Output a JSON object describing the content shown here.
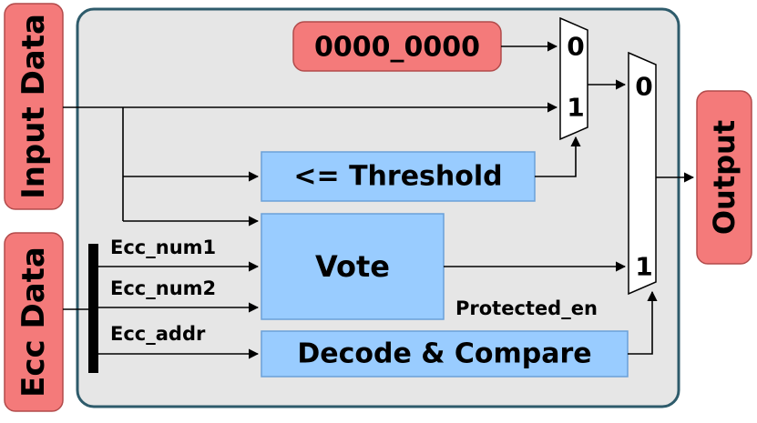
{
  "labels": {
    "input_data": "Input Data",
    "ecc_data": "Ecc Data",
    "output": "Output",
    "zero_const": "0000_0000",
    "threshold": "<= Threshold",
    "vote": "Vote",
    "decode_compare": "Decode & Compare",
    "mux1_in0": "0",
    "mux1_in1": "1",
    "mux2_in0": "0",
    "mux2_in1": "1",
    "ecc_num1": "Ecc_num1",
    "ecc_num2": "Ecc_num2",
    "ecc_addr": "Ecc_addr",
    "protected_en": "Protected_en"
  },
  "colors": {
    "io_fill": "#f47a7a",
    "block_fill": "#99ccff",
    "block_stroke": "#6aa0d8",
    "container_fill": "#e6e6e6",
    "container_stroke": "#2e5b6b",
    "line": "#000000"
  }
}
